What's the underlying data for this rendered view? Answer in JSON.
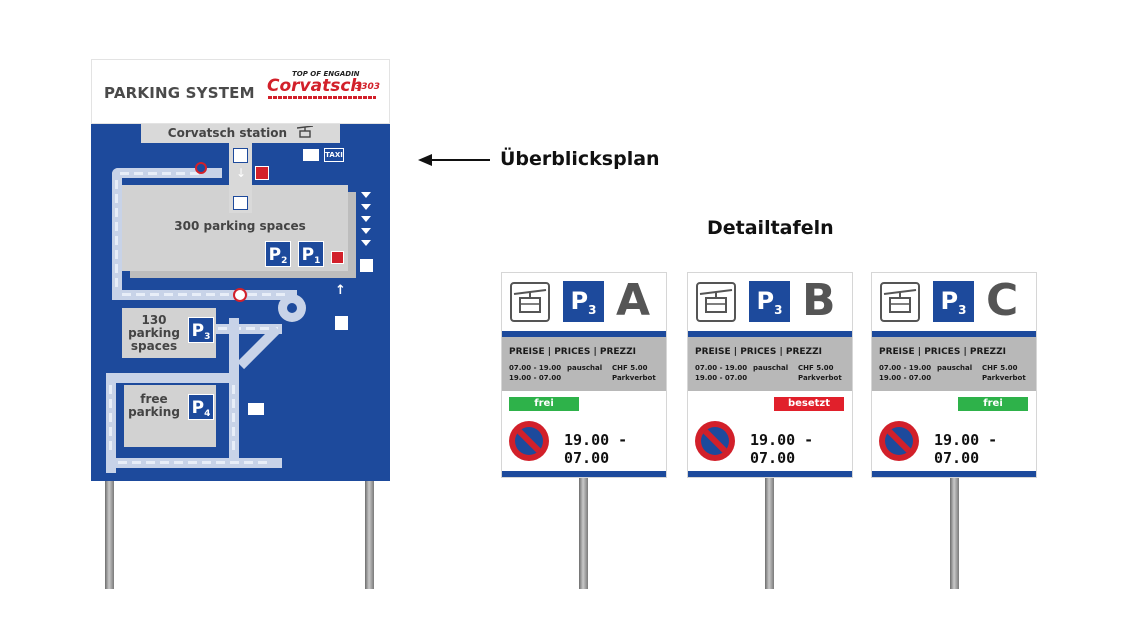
{
  "overview": {
    "title": "PARKING SYSTEM",
    "logo": {
      "tagline": "TOP OF ENGADIN",
      "brand": "Corvatsch",
      "number": "3303"
    },
    "station_label": "Corvatsch station",
    "taxi_label": "TAXI",
    "lots": [
      {
        "text": "300 parking spaces",
        "badges": [
          "P2",
          "P1"
        ]
      },
      {
        "line1": "130",
        "line2": "parking",
        "line3": "spaces",
        "badge": "P3"
      },
      {
        "line1": "free",
        "line2": "parking",
        "badge": "P4"
      }
    ]
  },
  "callout": {
    "overview_label": "Überblicksplan",
    "details_heading": "Detailtafeln"
  },
  "detail_signs": [
    {
      "letter": "A",
      "parking": "P",
      "parking_sub": "3",
      "price_header": "PREISE | PRICES | PREZZI",
      "row1": {
        "time": "07.00 - 19.00",
        "kind": "pauschal",
        "price": "CHF 5.00"
      },
      "row2": {
        "time": "19.00 - 07.00",
        "price": "Parkverbot"
      },
      "status": "frei",
      "status_color": "#2eb24a",
      "time_restriction": "19.00 - 07.00"
    },
    {
      "letter": "B",
      "parking": "P",
      "parking_sub": "3",
      "price_header": "PREISE | PRICES | PREZZI",
      "row1": {
        "time": "07.00 - 19.00",
        "kind": "pauschal",
        "price": "CHF 5.00"
      },
      "row2": {
        "time": "19.00 - 07.00",
        "price": "Parkverbot"
      },
      "status": "besetzt",
      "status_color": "#e1202b",
      "time_restriction": "19.00 - 07.00"
    },
    {
      "letter": "C",
      "parking": "P",
      "parking_sub": "3",
      "price_header": "PREISE | PRICES | PREZZI",
      "row1": {
        "time": "07.00 - 19.00",
        "kind": "pauschal",
        "price": "CHF 5.00"
      },
      "row2": {
        "time": "19.00 - 07.00",
        "price": "Parkverbot"
      },
      "status": "frei",
      "status_color": "#2eb24a",
      "time_restriction": "19.00 - 07.00"
    }
  ],
  "colors": {
    "sign_blue": "#1d4a9c",
    "brand_red": "#d2202a"
  }
}
